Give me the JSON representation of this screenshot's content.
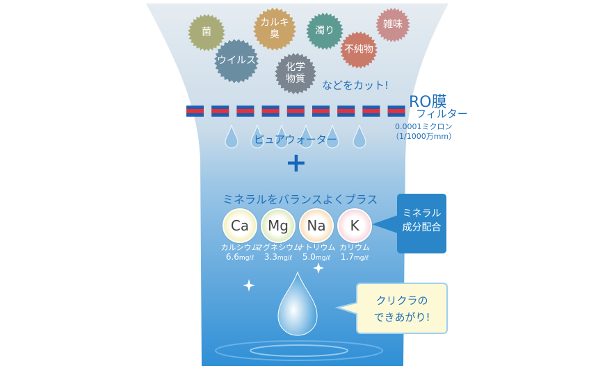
{
  "contaminants": [
    {
      "label": "菌",
      "color": "#a9ac78"
    },
    {
      "label": "カルキ\n臭",
      "color": "#c9a368"
    },
    {
      "label": "濁り",
      "color": "#5c9a92"
    },
    {
      "label": "雑味",
      "color": "#c98f8f"
    },
    {
      "label": "ウイルス",
      "color": "#6a8da2"
    },
    {
      "label": "不純物",
      "color": "#c97a68"
    },
    {
      "label": "化学\n物質",
      "color": "#7a8590"
    }
  ],
  "cut_text": "などをカット!",
  "filter": {
    "title": "RO膜",
    "subtitle": "フィルター",
    "size": "0.0001ミクロン",
    "size_note": "（1/1000万mm）"
  },
  "pure_water": "ピュアウォーター",
  "plus": "+",
  "minerals_heading": "ミネラルをバランスよくプラス",
  "minerals": [
    {
      "symbol": "Ca",
      "name": "カルシウム",
      "value": "6.6",
      "unit": "mg/ℓ",
      "color": "#e6e27a"
    },
    {
      "symbol": "Mg",
      "name": "マグネシウム",
      "value": "3.3",
      "unit": "mg/ℓ",
      "color": "#bcd67e"
    },
    {
      "symbol": "Na",
      "name": "ナトリウム",
      "value": "5.0",
      "unit": "mg/ℓ",
      "color": "#f5c07a"
    },
    {
      "symbol": "K",
      "name": "カリウム",
      "value": "1.7",
      "unit": "mg/ℓ",
      "color": "#f4b3bd"
    }
  ],
  "mineral_box": "ミネラル\n成分配合",
  "bubble": "クリクラの\nできあがり!"
}
